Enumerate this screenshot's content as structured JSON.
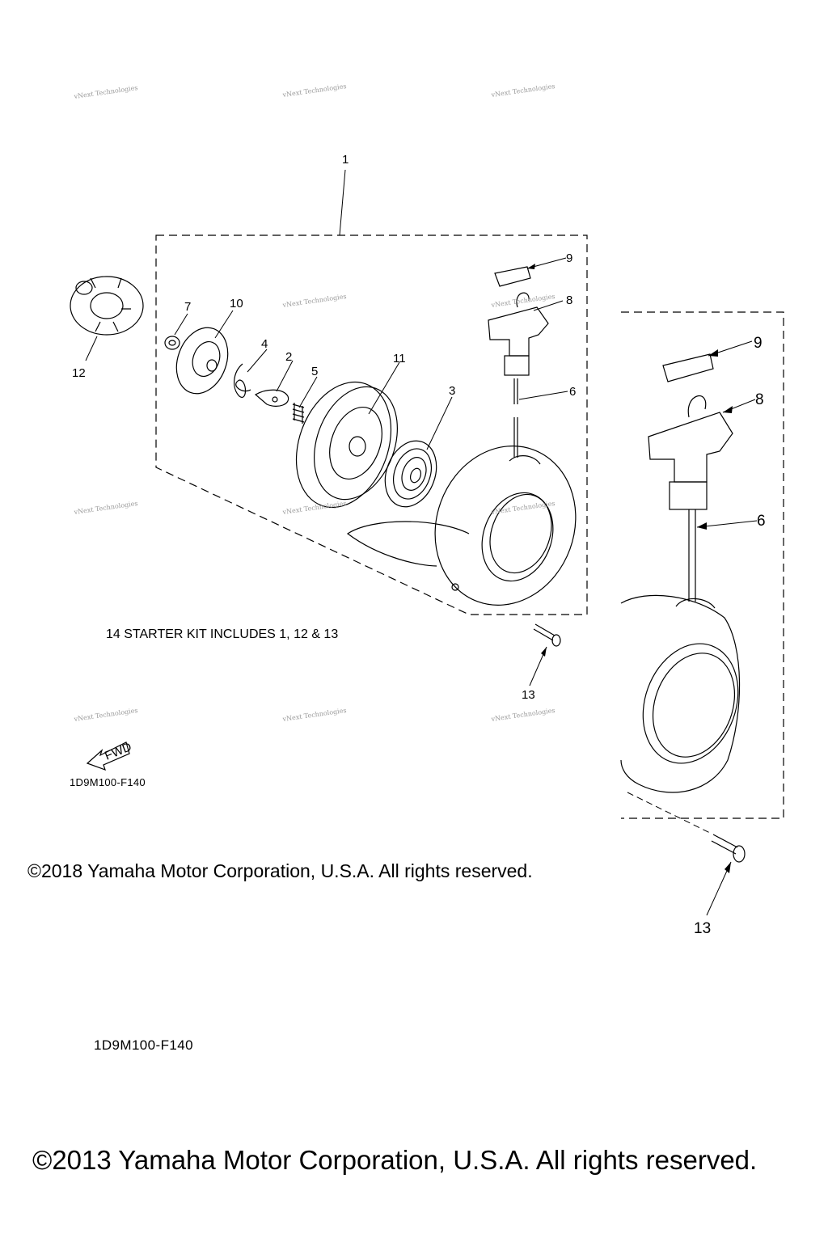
{
  "diagram": {
    "callouts_small": [
      "1",
      "2",
      "3",
      "4",
      "5",
      "6",
      "7",
      "8",
      "9",
      "10",
      "11",
      "12",
      "13"
    ],
    "callouts_large": [
      "6",
      "8",
      "9",
      "13"
    ],
    "fwd_label": "FWD",
    "watermark": "vNext Technologies"
  },
  "notes": {
    "kit_note": "14 STARTER KIT INCLUDES 1, 12 & 13",
    "ref_small": "1D9M100-F140",
    "copyright_small": "©2018 Yamaha Motor Corporation, U.S.A. All rights reserved.",
    "ref_large": "1D9M100-F140",
    "copyright_large": "©2013 Yamaha Motor Corporation, U.S.A. All rights reserved."
  }
}
